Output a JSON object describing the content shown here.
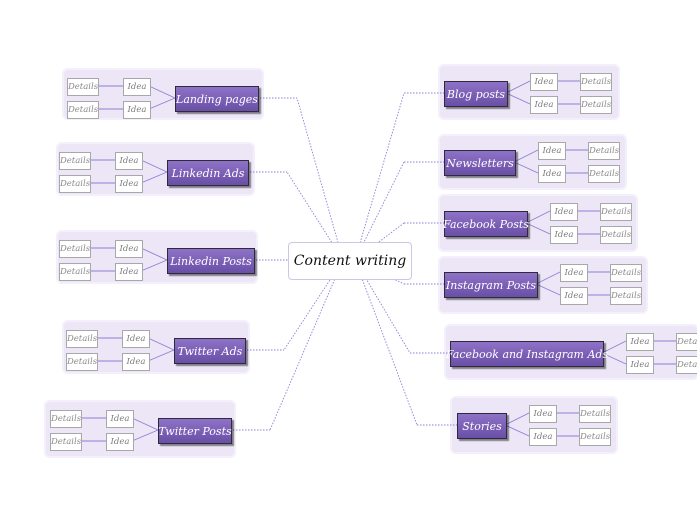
{
  "center": "Content writing",
  "idea_label": "Idea",
  "details_label": "Details",
  "left_topics": [
    {
      "label": "Landing pages"
    },
    {
      "label": "Linkedin Ads"
    },
    {
      "label": "Linkedin Posts"
    },
    {
      "label": "Twitter Ads"
    },
    {
      "label": "Twitter Posts"
    }
  ],
  "right_topics": [
    {
      "label": "Blog posts"
    },
    {
      "label": "Newsletters"
    },
    {
      "label": "Facebook Posts"
    },
    {
      "label": "Instagram Posts"
    },
    {
      "label": "Facebook and Instagram Ads"
    },
    {
      "label": "Stories"
    }
  ],
  "colors": {
    "topic_fill": "#7b5fb8",
    "cluster_bg": "#ece6f7",
    "link": "#8d7fd6"
  }
}
